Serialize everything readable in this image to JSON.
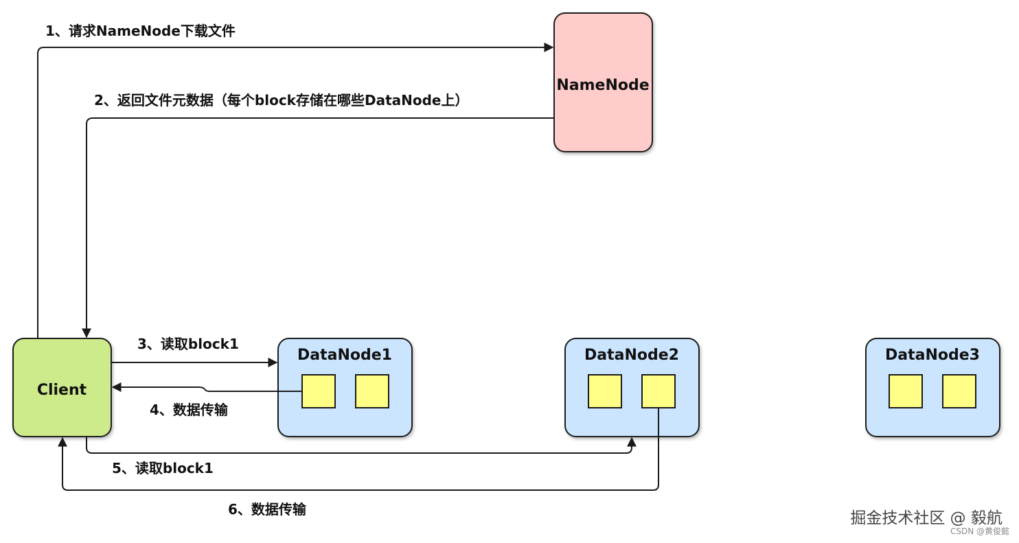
{
  "nodes": {
    "namenode": {
      "label": "NameNode"
    },
    "client": {
      "label": "Client"
    },
    "datanode1": {
      "label": "DataNode1"
    },
    "datanode2": {
      "label": "DataNode2"
    },
    "datanode3": {
      "label": "DataNode3"
    }
  },
  "edges": {
    "step1": "1、请求NameNode下载文件",
    "step2": "2、返回文件元数据（每个block存储在哪些DataNode上）",
    "step3": "3、读取block1",
    "step4": "4、数据传输",
    "step5": "5、读取block1",
    "step6": "6、数据传输"
  },
  "watermark": {
    "main": "掘金技术社区 @ 毅航",
    "sub": "CSDN @黄俊懿"
  },
  "colors": {
    "namenode_fill": "#ffcccc",
    "client_fill": "#cdeb8b",
    "datanode_fill": "#cce5ff",
    "block_fill": "#ffff88",
    "stroke": "#1a1a1a"
  }
}
